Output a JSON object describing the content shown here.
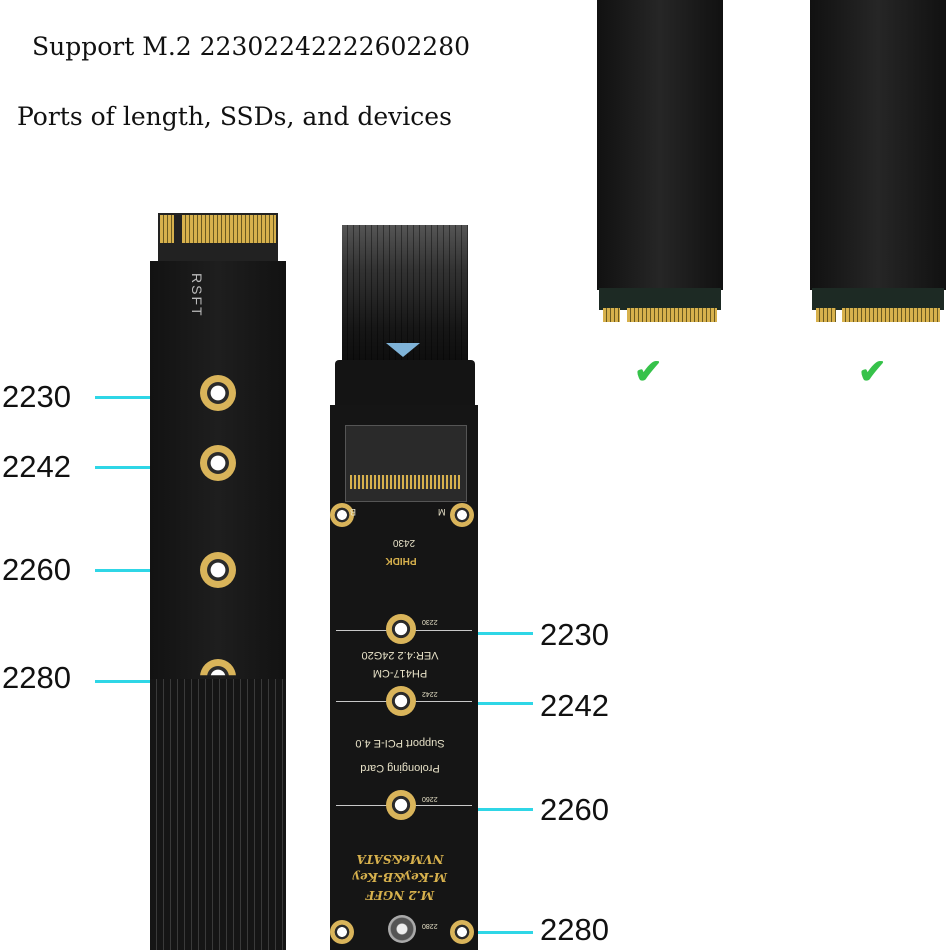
{
  "header": {
    "line1": "Support M.2 22302242222602280",
    "line2": "Ports of length, SSDs, and devices"
  },
  "left_labels": [
    "2230",
    "2242",
    "2260",
    "2280"
  ],
  "right_labels": [
    "2230",
    "2242",
    "2260",
    "2280"
  ],
  "left_board_print": "RSFT",
  "board_print": {
    "slot_b": "B",
    "slot_m": "M",
    "code": "2430",
    "brand": "PHIDK",
    "hole_2230": "2230",
    "hole_2242": "2242",
    "hole_2260": "2260",
    "hole_2280": "2280",
    "model": "PH417-CM",
    "version": "VER:4.2  24G20",
    "support": "Support PCI-E 4.0",
    "name": "Prolonging Card",
    "line1": "M.2 NGFF",
    "line2": "M-Key&B-Key",
    "line3": "NVMe&SATA"
  },
  "check_icon": "checkmark-icon",
  "colors": {
    "accent_line": "#2fd6e6",
    "check": "#36c24a"
  }
}
